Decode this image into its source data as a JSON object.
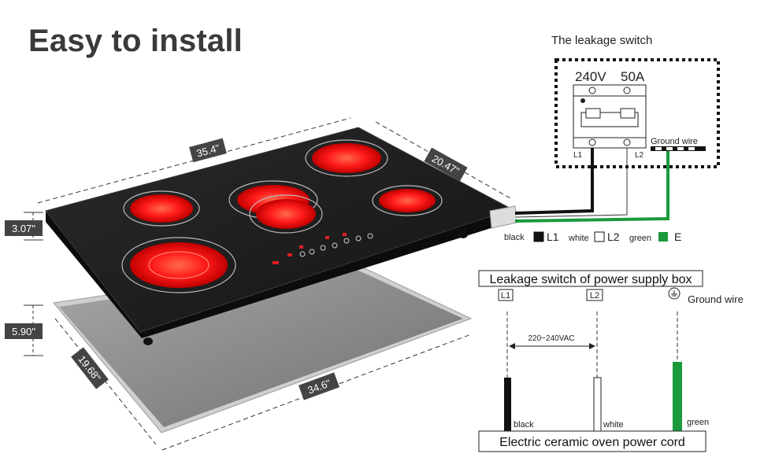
{
  "title": "Easy to install",
  "dimensions": {
    "length": "35.4\"",
    "depth": "20.47\"",
    "thickness": "3.07\"",
    "cutout_height": "5.90\"",
    "cutout_depth": "19.68\"",
    "cutout_length": "34.6\""
  },
  "switch_diagram": {
    "title": "The leakage switch",
    "voltage": "240V",
    "current": "50A",
    "ground_label": "Ground wire",
    "terminal_1": "L1",
    "terminal_2": "L2",
    "legend": [
      {
        "name": "black",
        "code": "L1",
        "color": "#111111"
      },
      {
        "name": "white",
        "code": "L2",
        "color": "#ffffff"
      },
      {
        "name": "green",
        "code": "E",
        "color": "#1a9a3c"
      }
    ]
  },
  "wiring_diagram": {
    "header": "Leakage switch of power supply box",
    "terminal_1": "L1",
    "terminal_2": "L2",
    "ground_label": "Ground wire",
    "voltage_range": "220~240VAC",
    "wires": [
      {
        "name": "black",
        "color": "#111111"
      },
      {
        "name": "white",
        "color": "#ffffff"
      },
      {
        "name": "green",
        "color": "#1a9a3c"
      }
    ],
    "footer": "Electric ceramic oven power cord"
  },
  "colors": {
    "burner_red": "#ff1a1a",
    "glass": "#1c1c1c",
    "cutout": "#8a8a8a",
    "green_wire": "#1a9a3c"
  }
}
